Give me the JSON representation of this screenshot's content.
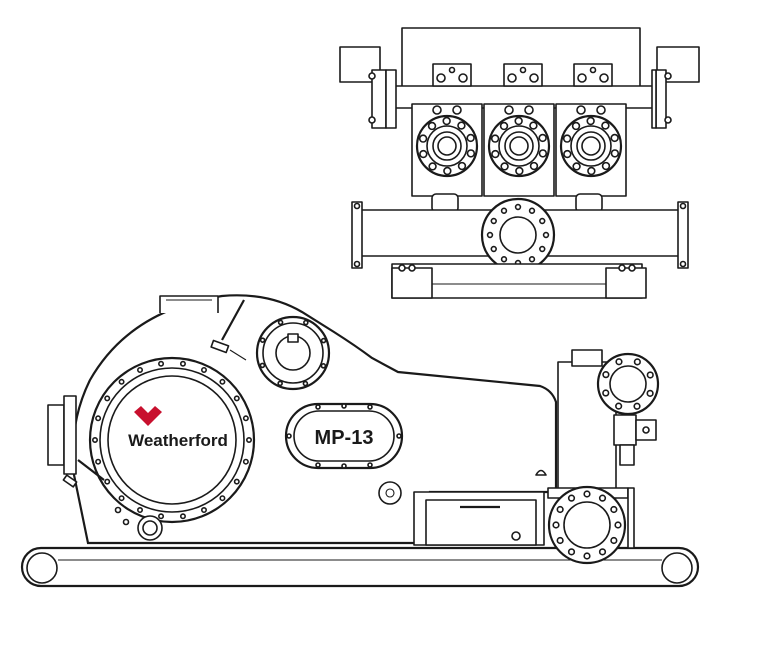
{
  "brand": {
    "name": "Weatherford",
    "logo_color": "#c8102e"
  },
  "nameplate": {
    "model": "MP-13"
  },
  "views": {
    "top": "fluid-end-top-view",
    "side": "pump-side-elevation"
  },
  "colors": {
    "line": "#1a1a1a",
    "fill": "#ffffff"
  }
}
